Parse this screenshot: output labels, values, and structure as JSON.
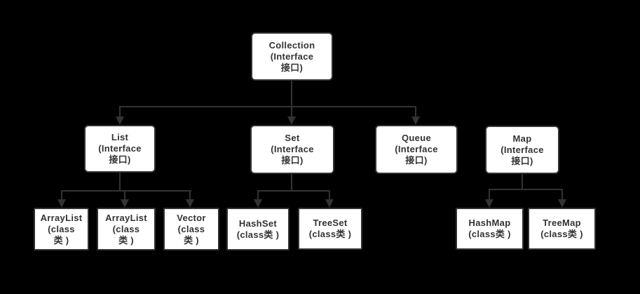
{
  "diagram": {
    "description": "Java collection framework hierarchy tree",
    "colors": {
      "background": "#000000",
      "node_fill": "#ffffff",
      "stroke": "#333333",
      "text": "#333333"
    },
    "nodes": [
      {
        "id": "collection",
        "type": "interface",
        "lines": [
          "Collection",
          "(Interface",
          "接口)"
        ]
      },
      {
        "id": "list",
        "type": "interface",
        "lines": [
          "List",
          "(Interface",
          "接口)"
        ]
      },
      {
        "id": "set",
        "type": "interface",
        "lines": [
          "Set",
          "(Interface",
          "接口)"
        ]
      },
      {
        "id": "queue",
        "type": "interface",
        "lines": [
          "Queue",
          "(Interface",
          "接口)"
        ]
      },
      {
        "id": "map",
        "type": "interface",
        "lines": [
          "Map",
          "(Interface",
          "接口)"
        ]
      },
      {
        "id": "arraylist-1",
        "type": "class",
        "lines": [
          "ArrayList",
          "(class",
          "类 )"
        ]
      },
      {
        "id": "arraylist-2",
        "type": "class",
        "lines": [
          "ArrayList",
          "(class",
          "类 )"
        ]
      },
      {
        "id": "vector",
        "type": "class",
        "lines": [
          "Vector",
          "(class",
          "类 )"
        ]
      },
      {
        "id": "hashset",
        "type": "class",
        "lines": [
          "HashSet",
          "(class类 )"
        ]
      },
      {
        "id": "treeset",
        "type": "class",
        "lines": [
          "TreeSet",
          "(class类 )"
        ]
      },
      {
        "id": "hashmap",
        "type": "class",
        "lines": [
          "HashMap",
          "(class类 )"
        ]
      },
      {
        "id": "treemap",
        "type": "class",
        "lines": [
          "TreeMap",
          "(class类 )"
        ]
      }
    ],
    "edges": [
      {
        "from": "Collection",
        "to": "List"
      },
      {
        "from": "Collection",
        "to": "Set"
      },
      {
        "from": "Collection",
        "to": "Queue"
      },
      {
        "from": "List",
        "to": "ArrayList"
      },
      {
        "from": "List",
        "to": "ArrayList"
      },
      {
        "from": "List",
        "to": "Vector"
      },
      {
        "from": "Set",
        "to": "HashSet"
      },
      {
        "from": "Set",
        "to": "TreeSet"
      },
      {
        "from": "Map",
        "to": "HashMap"
      },
      {
        "from": "Map",
        "to": "TreeMap"
      }
    ]
  }
}
